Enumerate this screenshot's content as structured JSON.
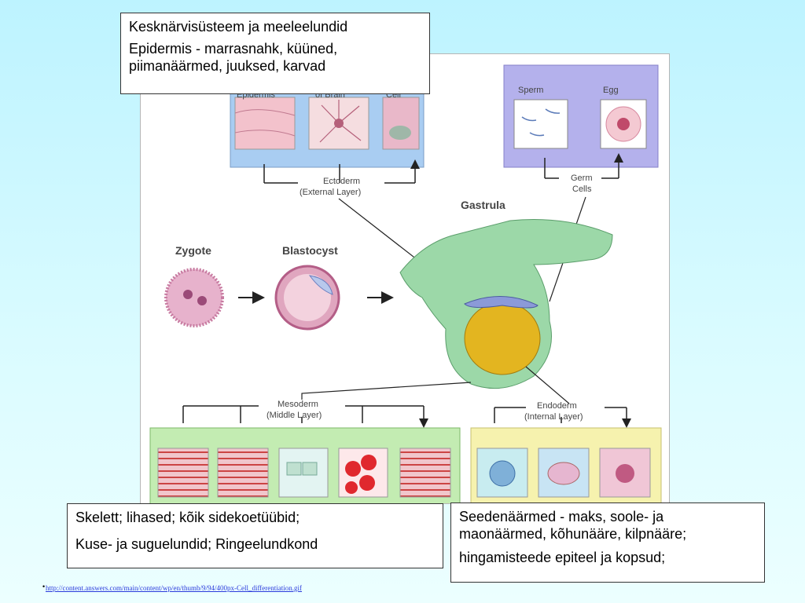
{
  "diagram": {
    "title": "Gastrula",
    "stages": {
      "zygote": "Zygote",
      "blastocyst": "Blastocyst",
      "gastrula": "Gastrula"
    },
    "ectoderm": {
      "name": "Ectoderm",
      "note": "(External Layer)",
      "cells": [
        "Epidermis",
        "of Brain",
        "Cell"
      ]
    },
    "germ_cells": {
      "line1": "Germ",
      "line2": "Cells",
      "cells": [
        "Sperm",
        "Egg"
      ]
    },
    "mesoderm": {
      "name": "Mesoderm",
      "note": "(Middle Layer)"
    },
    "endoderm": {
      "name": "Endoderm",
      "note": "(Internal Layer)"
    },
    "colors": {
      "ectoderm_box": "#a9cdf2",
      "germ_box": "#b4b1ec",
      "mesoderm_box": "#c3ecb2",
      "endoderm_box": "#f6f2ae",
      "gastrula_green": "#9cd8a8",
      "yolk": "#e3b520",
      "zygote_pink": "#e7b2cc"
    }
  },
  "callouts": {
    "top": {
      "line1": "Kesknärvisüsteem ja meeleelundid",
      "line2": "Epidermis - marrasnahk, küüned,",
      "line3": "piimanäärmed, juuksed, karvad"
    },
    "bottom_left": {
      "line1": "Skelett; lihased; kõik sidekoetüübid;",
      "line2": "Kuse- ja suguelundid; Ringeelundkond"
    },
    "bottom_right": {
      "line1": "Seedenäärmed - maks, soole- ja",
      "line2": "maonäärmed, kõhunääre, kilpnääre;",
      "line3": "hingamisteede epiteel ja kopsud;"
    }
  },
  "footer": {
    "bullet": "•",
    "link": "http://content.answers.com/main/content/wp/en/thumb/9/94/400px-Cell_differentiation.gif"
  }
}
